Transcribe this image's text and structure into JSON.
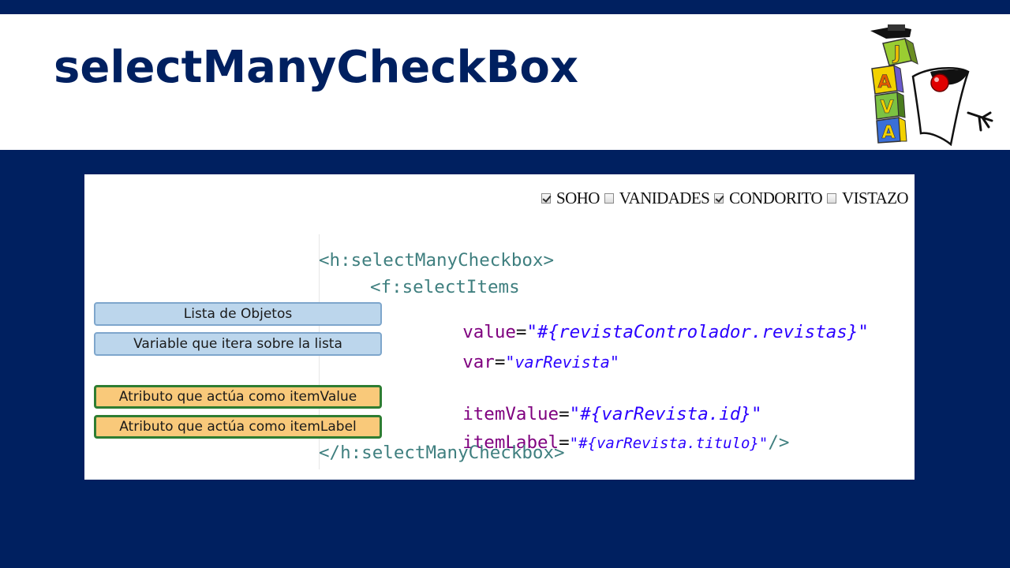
{
  "slide": {
    "title": "selectManyCheckBox"
  },
  "logo": {
    "block_letters": [
      "J",
      "A",
      "V",
      "A"
    ]
  },
  "checkboxes": [
    {
      "label": "SOHO",
      "checked": true
    },
    {
      "label": "VANIDADES",
      "checked": false
    },
    {
      "label": "CONDORITO",
      "checked": true
    },
    {
      "label": "VISTAZO",
      "checked": false
    }
  ],
  "code": {
    "line1": "<h:selectManyCheckbox>",
    "line2": "<f:selectItems",
    "value_attr": "value",
    "value_eq": "=",
    "value_val": "\"#{revistaControlador.revistas}\"",
    "var_attr": "var",
    "var_eq": "=",
    "var_val": "\"varRevista\"",
    "itemValue_attr": "itemValue",
    "itemValue_eq": "=",
    "itemValue_val": "\"#{varRevista.id}\"",
    "itemLabel_attr": "itemLabel",
    "itemLabel_eq": "=",
    "itemLabel_val": "\"#{varRevista.titulo}\"",
    "itemLabel_close": "/>",
    "line_end": "</h:selectManyCheckbox>"
  },
  "callouts": {
    "lista": "Lista de Objetos",
    "variable": "Variable que itera sobre la lista",
    "itemValue": "Atributo que actúa como itemValue",
    "itemLabel": "Atributo que actúa como itemLabel"
  },
  "colors": {
    "navy": "#002060",
    "tag": "#3f7f7f",
    "attribute": "#7f007f",
    "string": "#2a00ff",
    "callout_blue": "#bcd6ec",
    "callout_orange": "#f9c97a",
    "callout_green_border": "#2e7d32"
  }
}
